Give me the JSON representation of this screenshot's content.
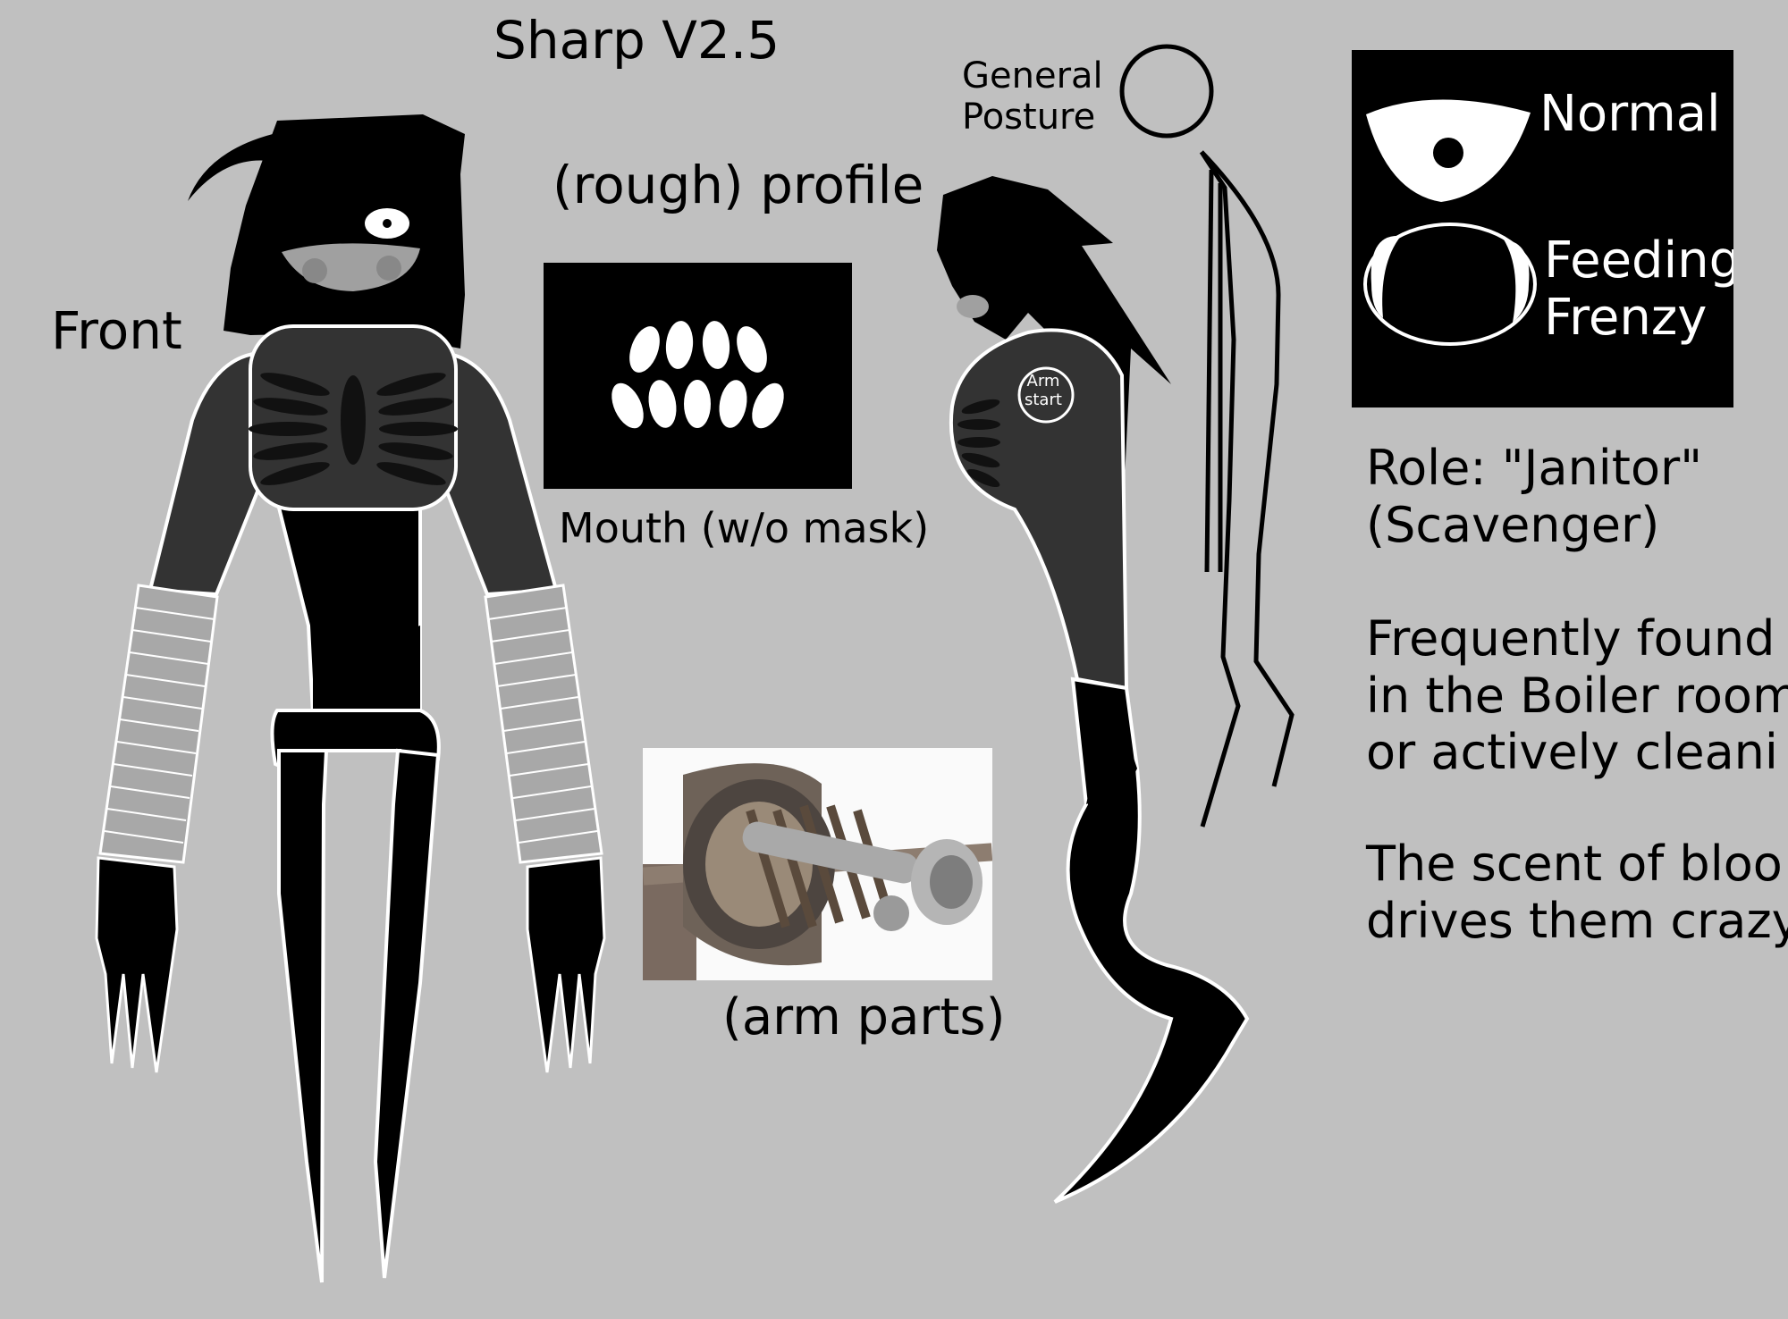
{
  "title": "Sharp V2.5",
  "labels": {
    "front": "Front",
    "profile": "(rough) profile",
    "general_posture": "General\nPosture",
    "arm_start": "Arm\nstart",
    "mouth_caption": "Mouth (w/o mask)",
    "arm_parts_caption": "(arm parts)"
  },
  "eyes": {
    "normal": "Normal",
    "feeding_frenzy": "Feeding\nFrenzy"
  },
  "role": "Role: \"Janitor\"\n(Scavenger)",
  "description": "Frequently found\nin the Boiler room\nor actively cleani",
  "scent": "The scent of bloo\ndrives them crazy",
  "colors": {
    "background": "#c0c0c0",
    "body_dark": "#333333",
    "body_black": "#000000",
    "arm_sleeve": "#a8a8a8",
    "outline": "#ffffff"
  }
}
